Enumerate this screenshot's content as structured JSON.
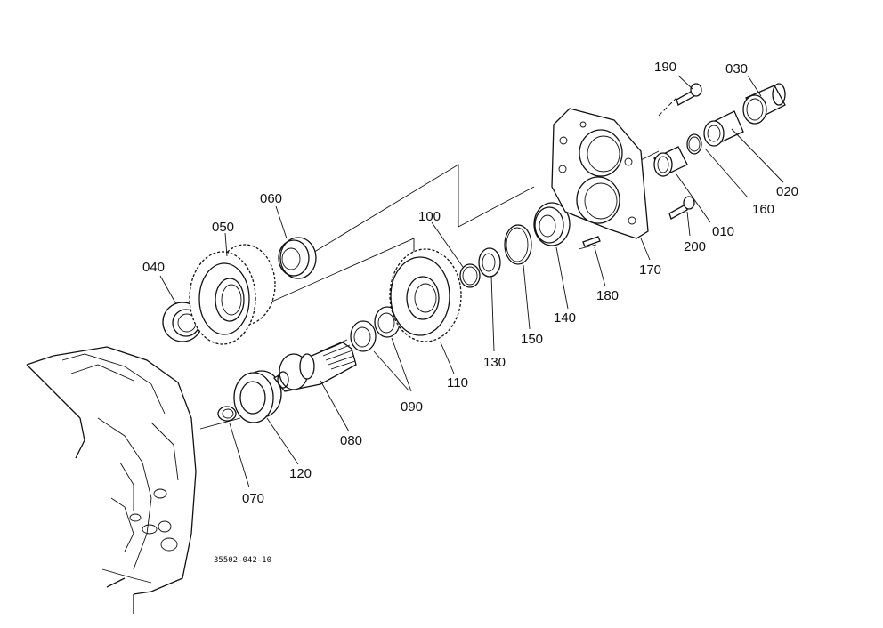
{
  "diagram": {
    "reference_code": "35502-042-10",
    "parts": [
      {
        "id": "p010",
        "label": "010"
      },
      {
        "id": "p020",
        "label": "020"
      },
      {
        "id": "p030",
        "label": "030"
      },
      {
        "id": "p040",
        "label": "040"
      },
      {
        "id": "p050",
        "label": "050"
      },
      {
        "id": "p060",
        "label": "060"
      },
      {
        "id": "p070",
        "label": "070"
      },
      {
        "id": "p080",
        "label": "080"
      },
      {
        "id": "p090",
        "label": "090"
      },
      {
        "id": "p100",
        "label": "100"
      },
      {
        "id": "p110",
        "label": "110"
      },
      {
        "id": "p120",
        "label": "120"
      },
      {
        "id": "p130",
        "label": "130"
      },
      {
        "id": "p140",
        "label": "140"
      },
      {
        "id": "p150",
        "label": "150"
      },
      {
        "id": "p160",
        "label": "160"
      },
      {
        "id": "p170",
        "label": "170"
      },
      {
        "id": "p180",
        "label": "180"
      },
      {
        "id": "p190",
        "label": "190"
      },
      {
        "id": "p200",
        "label": "200"
      }
    ]
  }
}
